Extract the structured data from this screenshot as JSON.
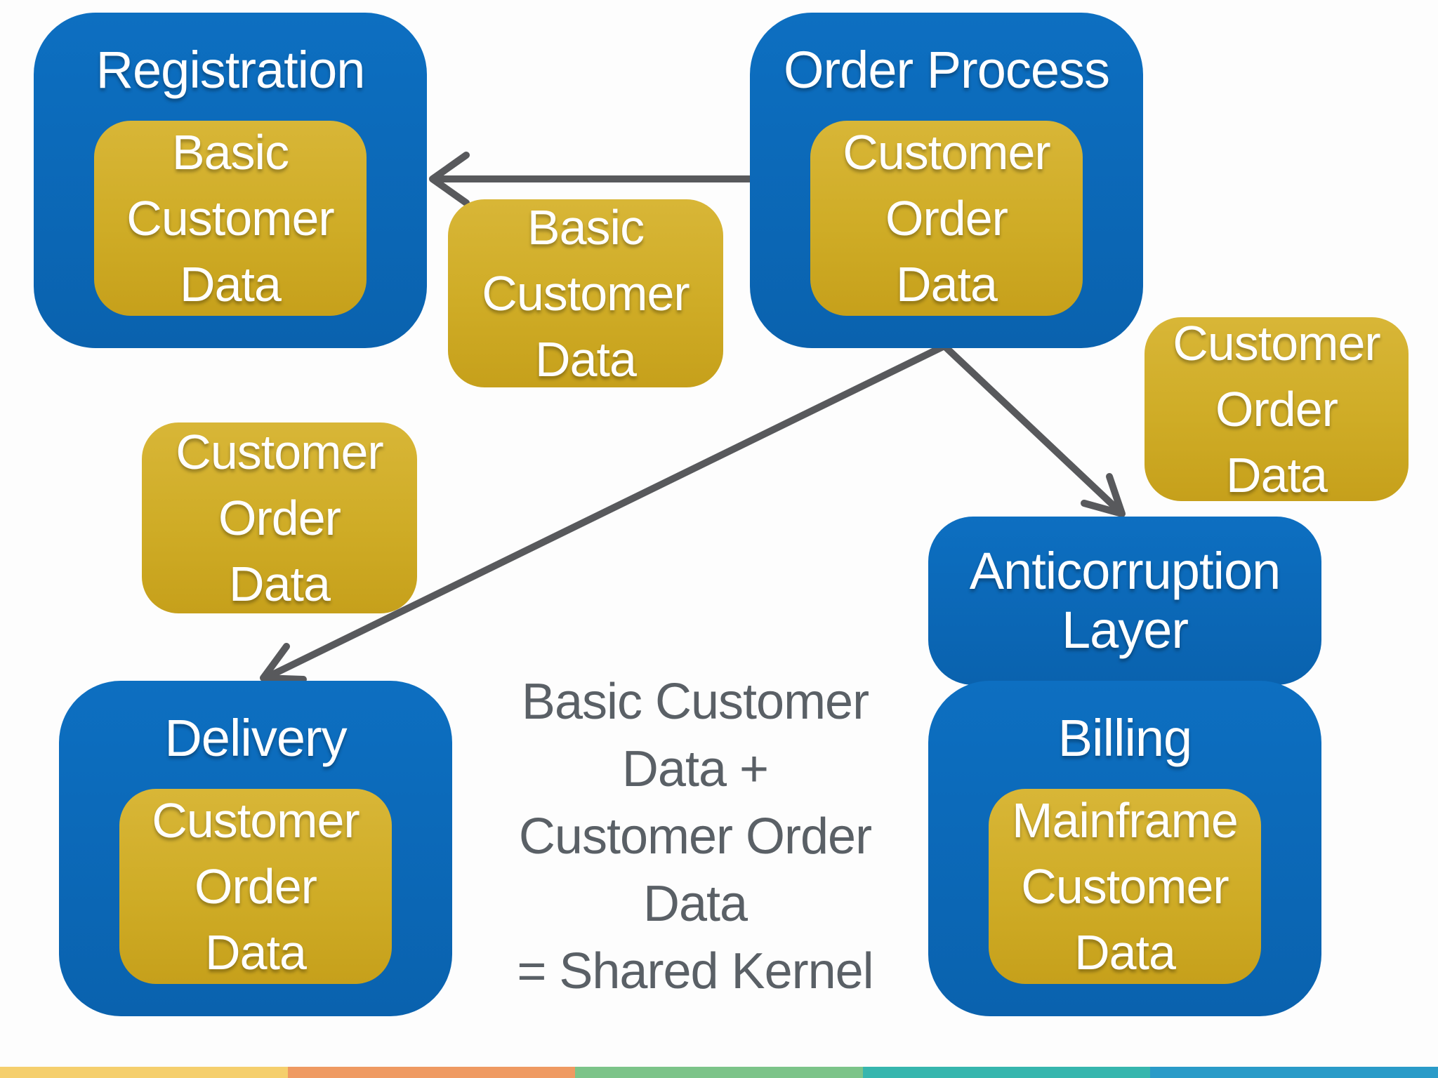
{
  "colors": {
    "node-blue": "#0D6FC1",
    "chip-yellow": "#CFAC26",
    "arrow-gray": "#58595C",
    "annotation-gray": "#5A6066",
    "text-white": "#FFFFFF",
    "background": "#FDFDFD"
  },
  "nodes": {
    "registration": {
      "title": "Registration",
      "artifact": "Basic\nCustomer\nData"
    },
    "order_process": {
      "title": "Order Process",
      "artifact": "Customer\nOrder\nData"
    },
    "delivery": {
      "title": "Delivery",
      "artifact": "Customer\nOrder\nData"
    },
    "anticorruption_layer": {
      "title": "Anticorruption\nLayer"
    },
    "billing": {
      "title": "Billing",
      "artifact": "Mainframe\nCustomer\nData"
    }
  },
  "floating_labels": {
    "basic_customer_data": "Basic\nCustomer\nData",
    "customer_order_data_left": "Customer\nOrder\nData",
    "customer_order_data_right": "Customer\nOrder\nData"
  },
  "annotation": "Basic Customer\nData +\nCustomer Order\nData\n= Shared Kernel",
  "footer_stripe": [
    "#F5CF6D",
    "#EF9A62",
    "#7CC489",
    "#36B6AE",
    "#2A9BC8"
  ]
}
